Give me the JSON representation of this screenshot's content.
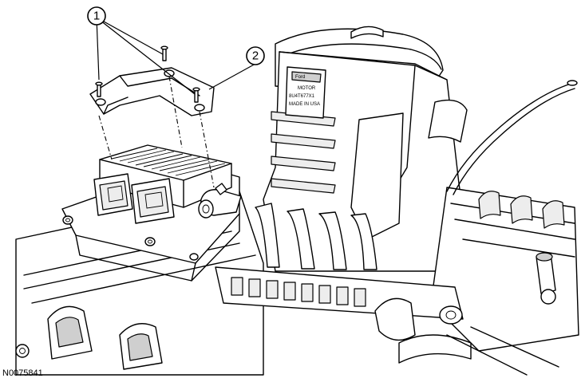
{
  "figure_id": "N0075841",
  "callouts": [
    {
      "number": "1"
    },
    {
      "number": "2"
    }
  ],
  "component_labels": {
    "logo_line1": "Ford",
    "logo_line2": "MOTOR",
    "part_number": "8U4T677X1",
    "made_in": "MADE IN USA"
  },
  "colors": {
    "line": "#000000",
    "background": "#ffffff"
  }
}
